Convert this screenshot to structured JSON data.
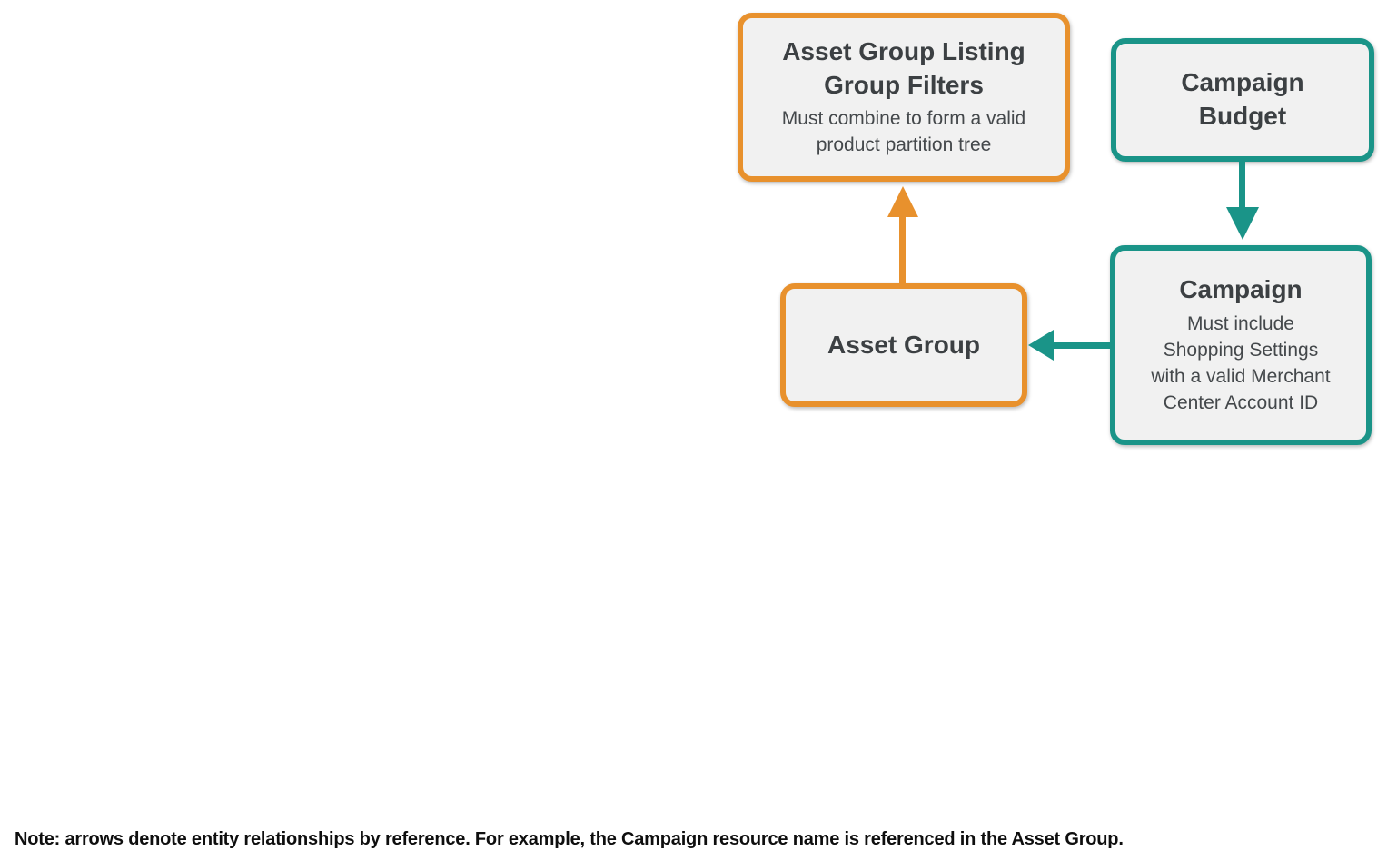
{
  "colors": {
    "orange_accent": "#E8912D",
    "teal_accent": "#1A9488",
    "node_fill": "#F1F1F1",
    "title_text": "#3C4043",
    "subtitle_text": "#44484B",
    "note_text": "#0E0E0E",
    "page_background": "#FFFFFF"
  },
  "diagram": {
    "nodes": [
      {
        "id": "asset-group-listing-group-filters",
        "title": "Asset Group Listing\nGroup Filters",
        "subtitle": "Must combine to form a valid\nproduct partition tree",
        "accent": "orange"
      },
      {
        "id": "campaign-budget",
        "title": "Campaign\nBudget",
        "accent": "teal"
      },
      {
        "id": "asset-group",
        "title": "Asset Group",
        "accent": "orange"
      },
      {
        "id": "campaign",
        "title": "Campaign",
        "subtitle": "Must include\nShopping Settings\nwith a valid Merchant\nCenter Account ID",
        "accent": "teal"
      }
    ],
    "edges": [
      {
        "from": "asset-group",
        "to": "asset-group-listing-group-filters",
        "color": "orange",
        "direction": "up"
      },
      {
        "from": "campaign-budget",
        "to": "campaign",
        "color": "teal",
        "direction": "down"
      },
      {
        "from": "campaign",
        "to": "asset-group",
        "color": "teal",
        "direction": "left"
      }
    ]
  },
  "note": {
    "text": "Note: arrows denote entity relationships by reference. For example, the Campaign resource name is referenced in the Asset Group."
  }
}
